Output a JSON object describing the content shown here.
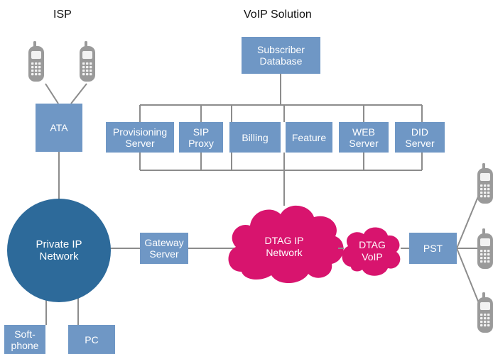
{
  "headings": {
    "isp": "ISP",
    "voip": "VoIP Solution"
  },
  "nodes": {
    "subscriber_db": "Subscriber\nDatabase",
    "ata": "ATA",
    "provisioning": "Provisioning\nServer",
    "sip_proxy": "SIP\nProxy",
    "billing": "Billing",
    "feature": "Feature",
    "web_server": "WEB\nServer",
    "did_server": "DID\nServer",
    "gateway": "Gateway\nServer",
    "pst": "PST",
    "softphone": "Soft-\nphone",
    "pc": "PC",
    "private_ip": "Private IP\nNetwork",
    "dtag_ip": "DTAG IP\nNetwork",
    "dtag_voip": "DTAG\nVoIP"
  },
  "colors": {
    "box_blue": "#6f97c5",
    "circle_blue": "#2d6a9a",
    "cloud_magenta": "#d8146e",
    "line_gray": "#8c8c8c",
    "phone_gray": "#9a9a9a"
  },
  "icons": [
    "mobile-phone-icon"
  ]
}
